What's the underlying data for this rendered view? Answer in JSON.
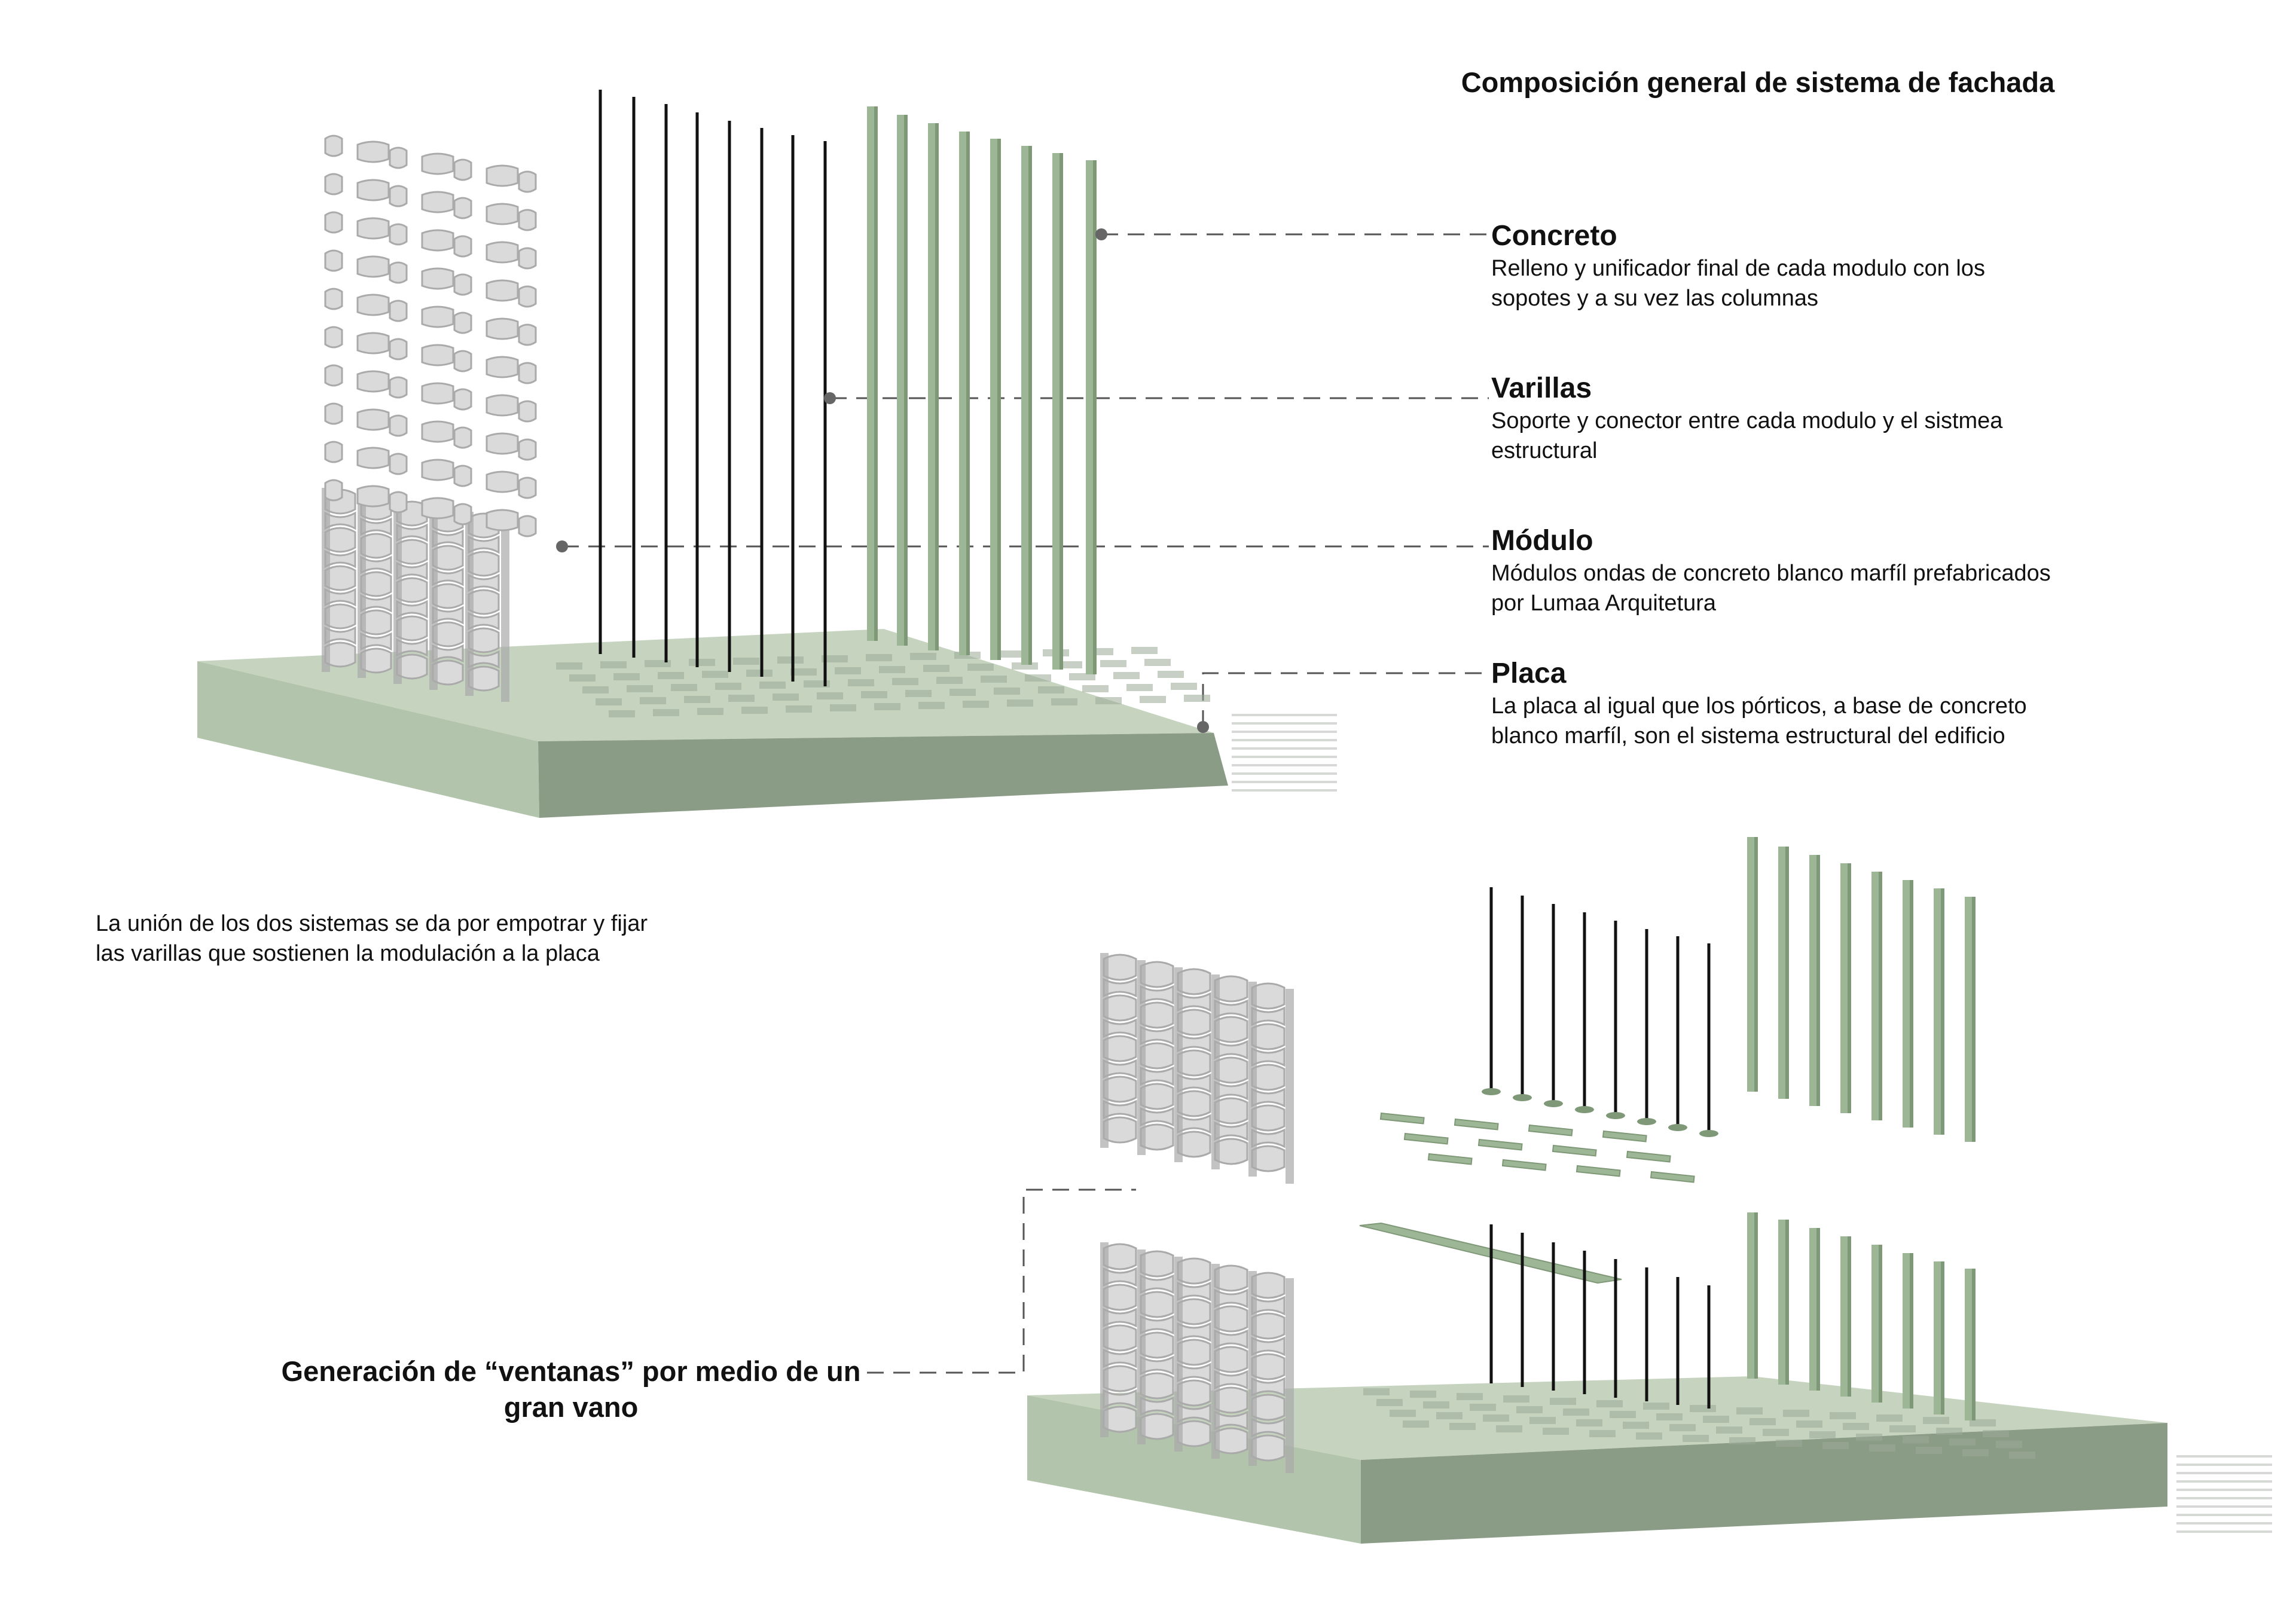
{
  "title": "Composición general de sistema de fachada",
  "labels": [
    {
      "title": "Concreto",
      "description": "Relleno y unificador final de cada modulo con los sopotes y a su vez las columnas"
    },
    {
      "title": "Varillas",
      "description": "Soporte y conector entre cada modulo y el sistmea estructural"
    },
    {
      "title": "Módulo",
      "description": "Módulos ondas de concreto blanco marfíl prefabricados por Lumaa Arquitetura"
    },
    {
      "title": "Placa",
      "description": "La placa al igual que los pórticos, a base de concreto blanco marfíl, son el sistema estructural del edificio"
    }
  ],
  "note": "La unión de los dos sistemas se da por empotrar y fijar las varillas que sostienen la modulación a la placa",
  "bottom_title": "Generación de “ventanas” por medio de un gran vano",
  "colors": {
    "slab_top": "#c6d4bf",
    "slab_side": "#b2c4ab",
    "slab_front": "#8a9b86",
    "column": "#9db796",
    "column_dark": "#7f9878",
    "module": "#d9dad9",
    "module_shade": "#a9aaa9",
    "rod": "#111111",
    "leader": "#555555"
  }
}
